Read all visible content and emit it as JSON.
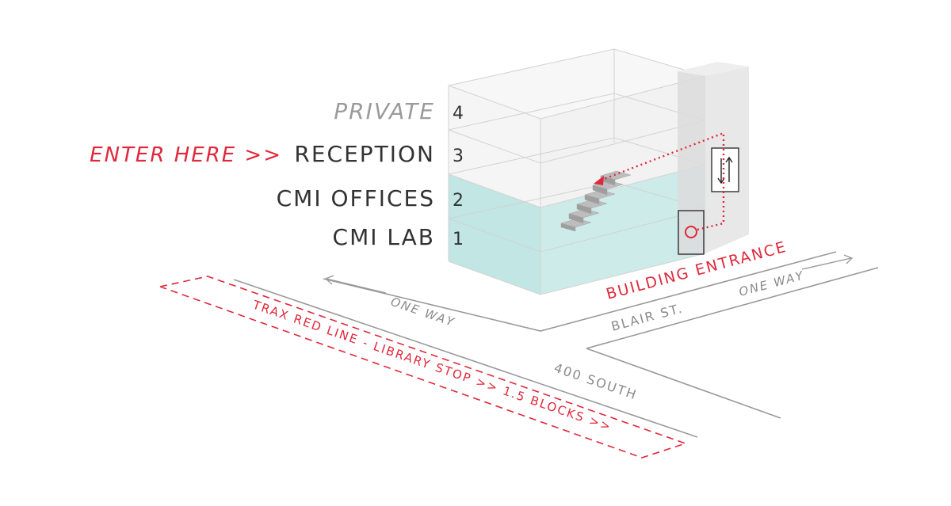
{
  "floors": [
    {
      "number": "4",
      "name": "PRIVATE"
    },
    {
      "number": "3",
      "name": "RECEPTION"
    },
    {
      "number": "2",
      "name": "CMI OFFICES"
    },
    {
      "number": "1",
      "name": "CMI LAB"
    }
  ],
  "enter_here": "ENTER HERE >>",
  "building_entrance": "BUILDING ENTRANCE",
  "streets": {
    "blair": "BLAIR ST.",
    "south": "400 SOUTH",
    "one_way_left": "ONE WAY",
    "one_way_right": "ONE WAY"
  },
  "trax": "TRAX RED LINE - LIBRARY STOP >> 1.5 BLOCKS >>",
  "elevator_icon": "elevator-arrows-icon",
  "colors": {
    "accent": "#e0283a",
    "highlight_floor": "#a8dcd9",
    "text": "#333333",
    "muted": "#9b9b9b",
    "road": "#9a9a9a"
  }
}
